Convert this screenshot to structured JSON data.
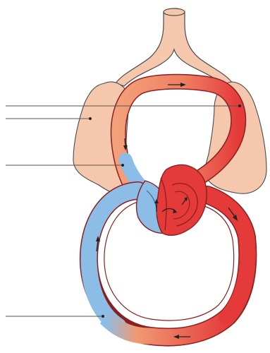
{
  "figure": {
    "labels": [],
    "colors": {
      "lung": "#f5c8ae",
      "lung_outline": "#4a4a4a",
      "oxygenated": "#e63535",
      "deoxygenated": "#8cbde6",
      "mixed": "#f19a72",
      "leader": "#555555"
    },
    "structures": [
      "trachea",
      "left-lung",
      "right-lung",
      "heart",
      "pulmonary-circuit",
      "systemic-circuit"
    ]
  }
}
